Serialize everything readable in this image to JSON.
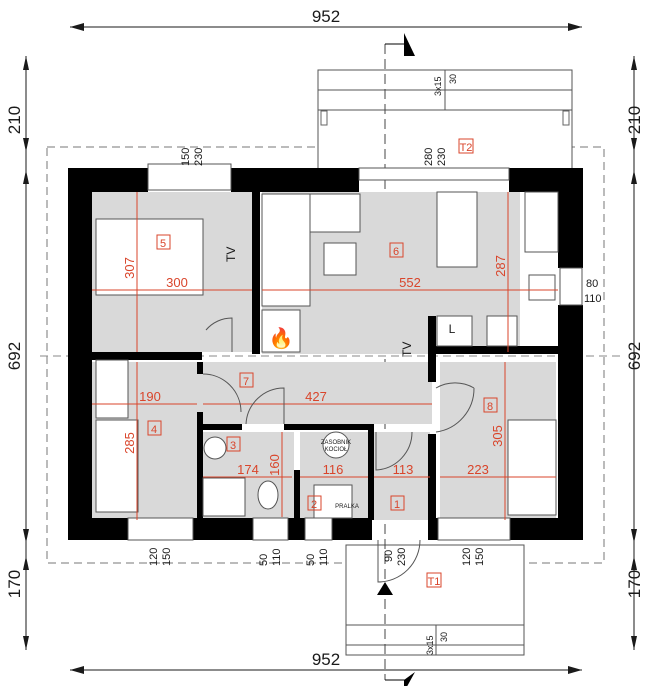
{
  "plan": {
    "overall_width_top": "952",
    "overall_width_bottom": "952",
    "overall_depth_left": "692",
    "overall_depth_right": "692",
    "terrace_depth_top_left": "210",
    "terrace_depth_top_right": "210",
    "entry_depth_bottom_left": "170",
    "entry_depth_bottom_right": "170",
    "colors": {
      "wall": "#000000",
      "floor": "#d9d9d9",
      "dimension_red": "#d9452b",
      "dim_line": "#1a1a1a"
    }
  },
  "rooms": [
    {
      "id": "1",
      "width": "113"
    },
    {
      "id": "2",
      "width": "116"
    },
    {
      "id": "3",
      "width": "174",
      "height": "160"
    },
    {
      "id": "4",
      "width": "190",
      "height": "285"
    },
    {
      "id": "5",
      "width": "300",
      "height": "307"
    },
    {
      "id": "6",
      "width": "552",
      "height": "287"
    },
    {
      "id": "7",
      "width": "427"
    },
    {
      "id": "8",
      "width": "223",
      "height": "305"
    }
  ],
  "terraces": [
    {
      "id": "T1",
      "steps": "3x15",
      "rise": "30"
    },
    {
      "id": "T2",
      "steps": "3x15",
      "rise": "30"
    }
  ],
  "windows": {
    "bedroom5_top": {
      "w": "150",
      "h": "230"
    },
    "dining_top": {
      "w": "280",
      "h": "230"
    },
    "kitchen_right": {
      "w": "80",
      "h": "110"
    },
    "room4_bottom": {
      "w": "120",
      "h": "150"
    },
    "bath_bottom": {
      "w": "50",
      "h": "110"
    },
    "utility_bottom": {
      "w": "50",
      "h": "110"
    },
    "door_bottom": {
      "w": "90",
      "h": "230"
    },
    "room8_bottom": {
      "w": "120",
      "h": "150"
    }
  },
  "labels": {
    "tv": "TV",
    "kitchen_fridge": "L",
    "boiler_line1": "ZASOBNIK",
    "boiler_line2": "KOCIOŁ",
    "washer": "PRALKA"
  }
}
